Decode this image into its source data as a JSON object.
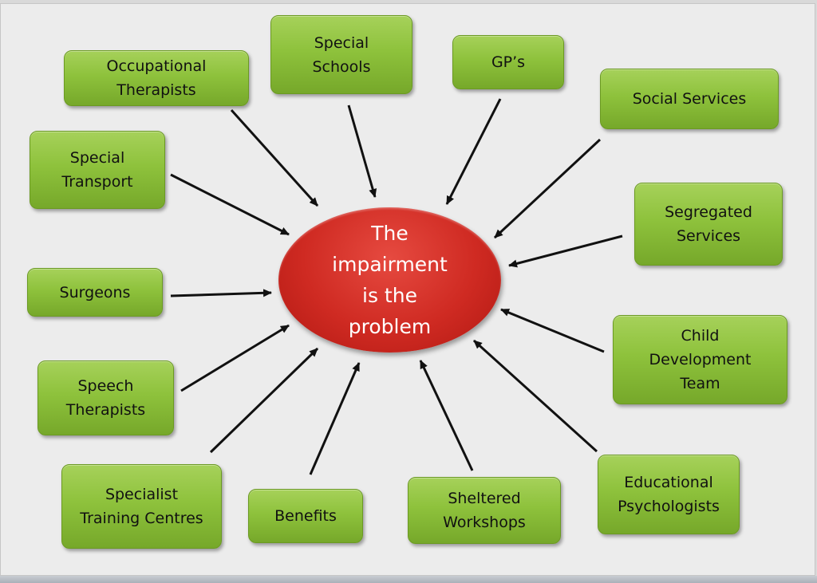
{
  "center": {
    "text": "The\nimpairment\nis the\nproblem"
  },
  "nodes": {
    "occupational_therapists": "Occupational\nTherapists",
    "special_schools": "Special\nSchools",
    "gps": "GP’s",
    "social_services": "Social Services",
    "special_transport": "Special\nTransport",
    "segregated_services": "Segregated\nServices",
    "surgeons": "Surgeons",
    "child_development_team": "Child\nDevelopment\nTeam",
    "speech_therapists": "Speech\nTherapists",
    "specialist_training_centres": "Specialist\nTraining Centres",
    "benefits": "Benefits",
    "sheltered_workshops": "Sheltered\nWorkshops",
    "educational_psychologists": "Educational\nPsychologists"
  },
  "colors": {
    "node_fill": "#8ec23c",
    "center_fill": "#cf2a22",
    "arrow": "#111111"
  }
}
